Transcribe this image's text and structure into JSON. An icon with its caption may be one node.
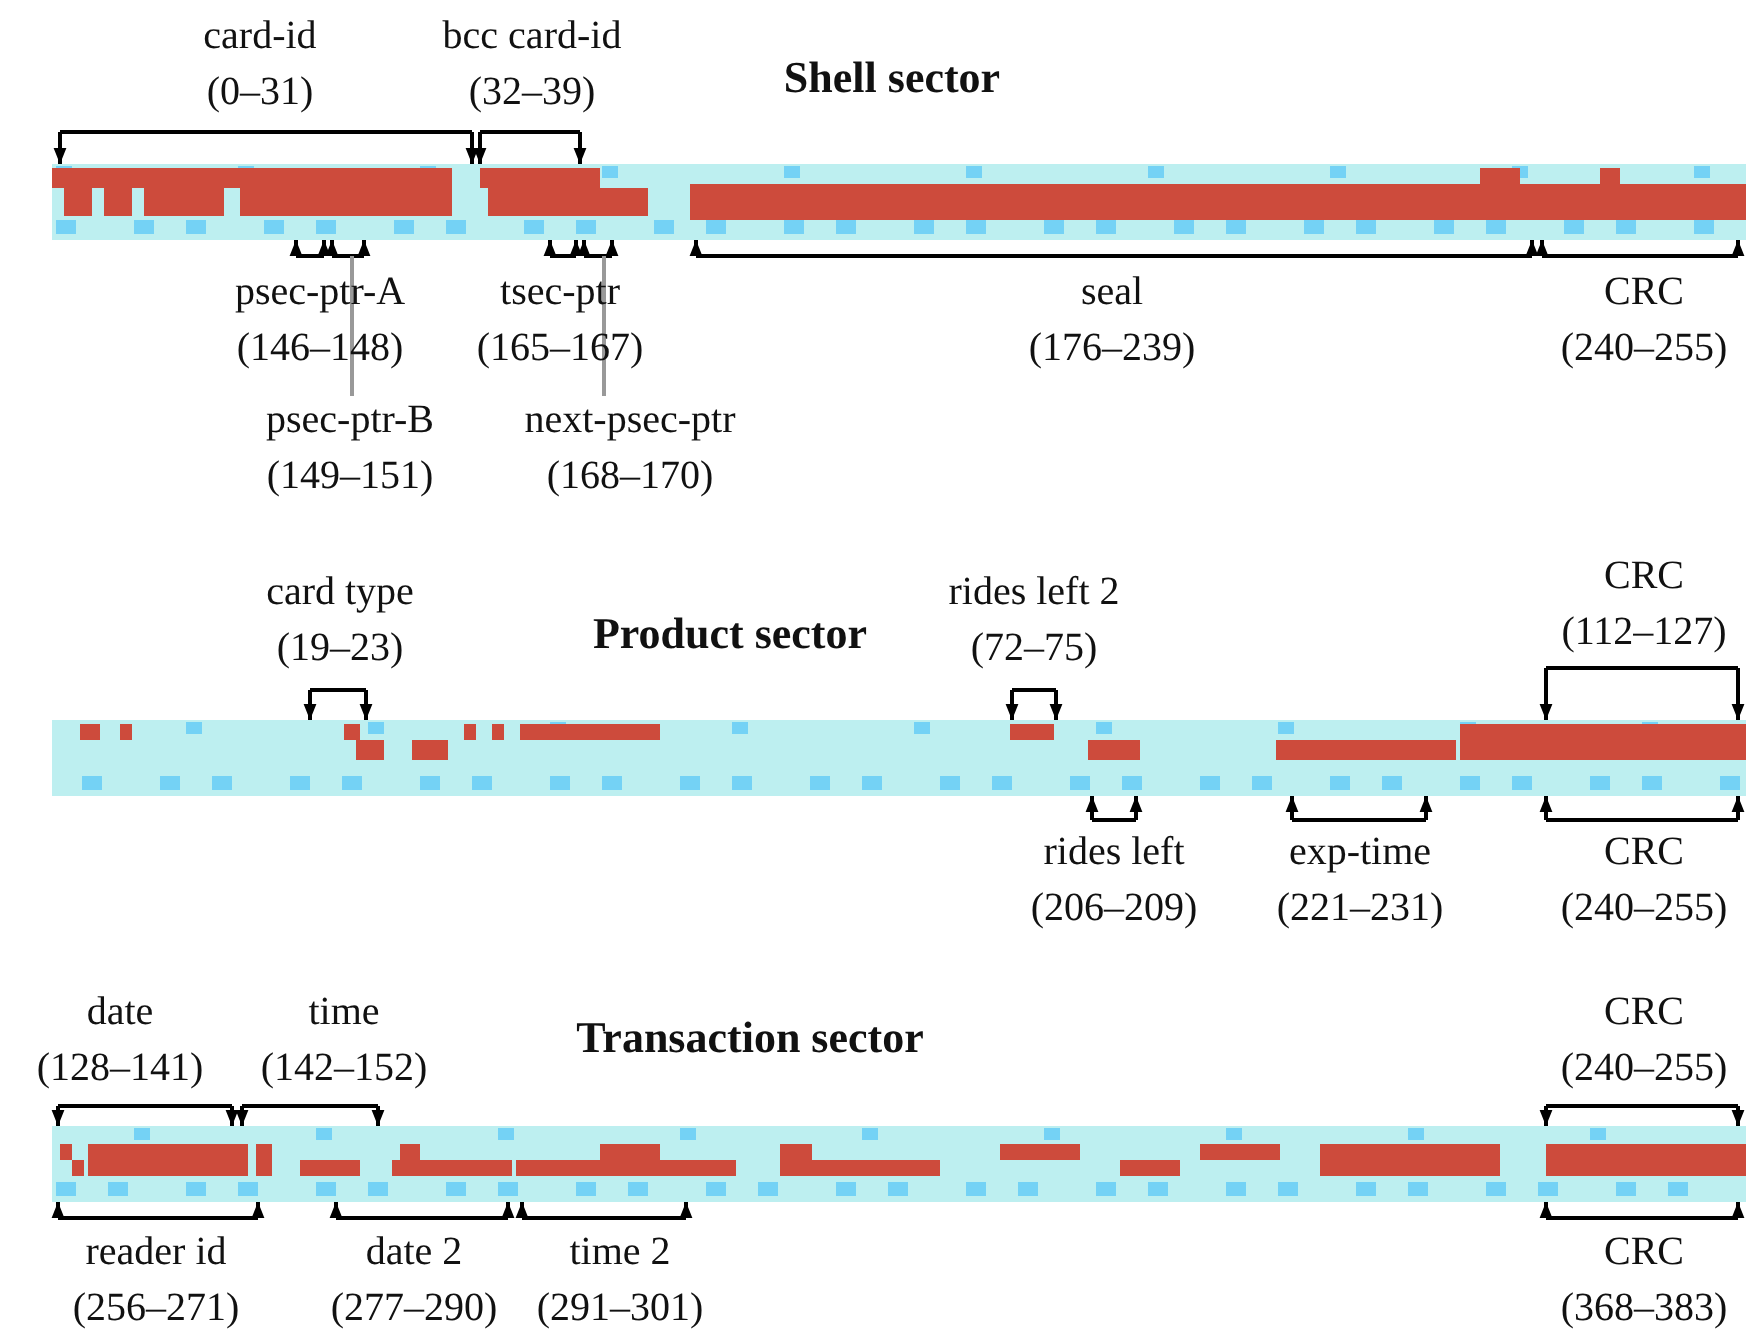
{
  "diagram": {
    "labels": [
      "card-id (0–31)",
      "bcc card-id (32–39)",
      "Shell sector",
      "psec-ptr-A (146–148)",
      "tsec-ptr (165–167)",
      "seal (176–239)",
      "CRC (240–255)",
      "psec-ptr-B (149–151)",
      "next-psec-ptr (168–170)",
      "card type (19–23)",
      "Product sector",
      "rides left 2 (72–75)",
      "CRC (112–127)",
      "rides left (206–209)",
      "exp-time (221–231)",
      "CRC (240–255)",
      "date (128–141)",
      "time (142–152)",
      "CRC (240–255)",
      "Transaction sector",
      "reader id (256–271)",
      "date 2 (277–290)",
      "time 2 (291–301)",
      "CRC (368–383)"
    ]
  }
}
